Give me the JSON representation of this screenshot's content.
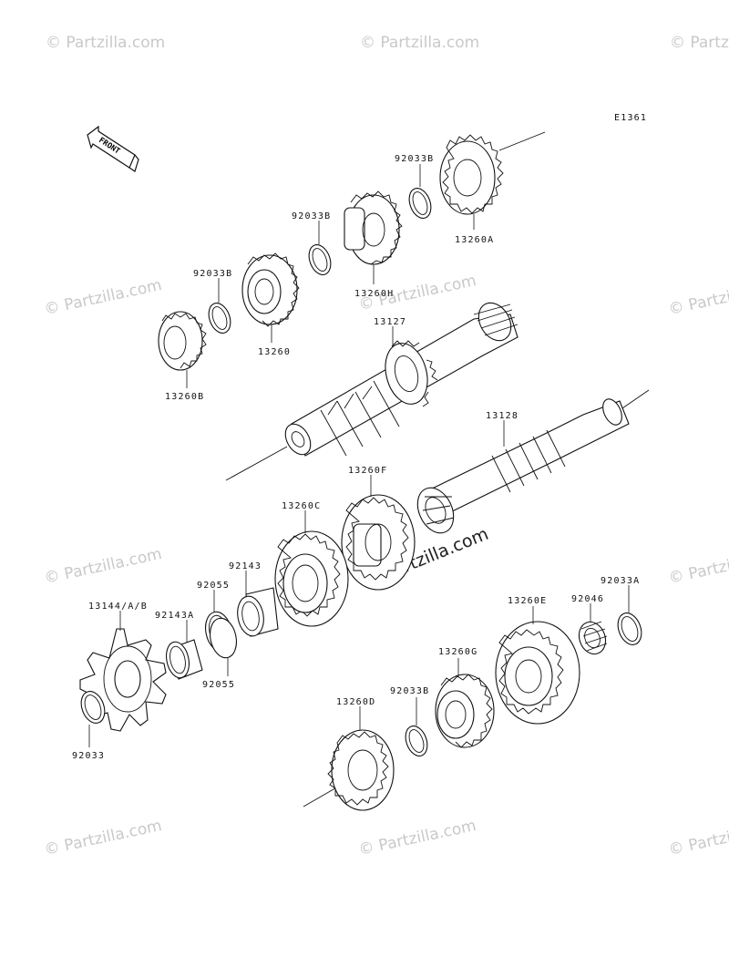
{
  "diagram": {
    "code": "E1361",
    "front_label": "FRONT",
    "watermark": "© Partzilla.com",
    "watermark_center": "© partzilla.com",
    "labels": {
      "p13260A": "13260A",
      "p92033B_1": "92033B",
      "p13260H": "13260H",
      "p92033B_2": "92033B",
      "p92033B_3": "92033B",
      "p13260": "13260",
      "p13260B": "13260B",
      "p13127": "13127",
      "p13128": "13128",
      "p13260F": "13260F",
      "p13260C": "13260C",
      "p92143": "92143",
      "p92055_top": "92055",
      "p13144": "13144/A/B",
      "p92143A": "92143A",
      "p92055_bot": "92055",
      "p92033": "92033",
      "p13260E": "13260E",
      "p92046": "92046",
      "p92033A": "92033A",
      "p13260G": "13260G",
      "p92033B_4": "92033B",
      "p13260D": "13260D"
    }
  }
}
